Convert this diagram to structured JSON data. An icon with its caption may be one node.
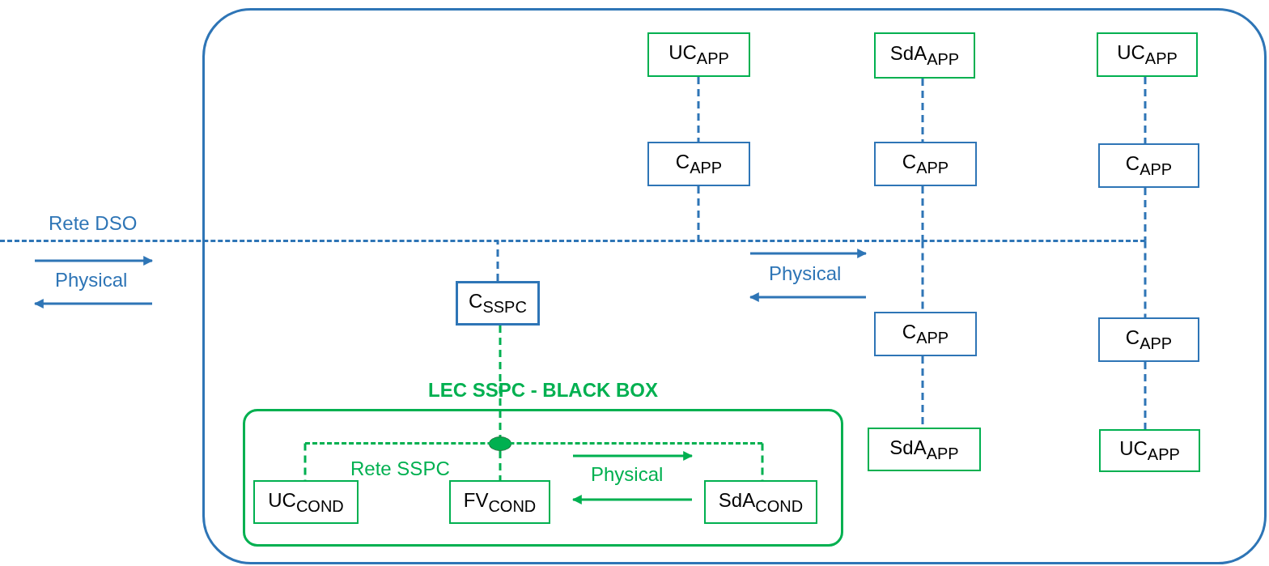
{
  "diagram": {
    "nodes": [
      {
        "text": [],
        "shape": "box"
      },
      {
        "text": [
          "UC$_{APP}$"
        ],
        "in": 0
      },
      {
        "text": [
          "SdA$_{APP}$"
        ],
        "in": 0
      },
      {
        "text": [
          "UC$_{APP}$"
        ],
        "in": 0
      },
      {
        "text": [
          "C$_{APP}$"
        ],
        "in": 0
      },
      {
        "text": [
          "C$_{APP}$"
        ],
        "in": 0
      },
      {
        "text": [
          "C$_{APP}$"
        ],
        "in": 0
      },
      {
        "text": [
          "Rete DSO"
        ]
      },
      {
        "text": [
          "C$_{SSPC}$"
        ],
        "in": 0
      },
      {
        "text": [
          "C$_{APP}$"
        ],
        "in": 0
      },
      {
        "text": [
          "C$_{APP}$"
        ],
        "in": 0
      },
      {
        "text": [
          "SdA$_{APP}$"
        ],
        "in": 0
      },
      {
        "text": [
          "UC$_{APP}$"
        ],
        "in": 0
      },
      {
        "text": [
          "LEC SSPC - BLACK BOX"
        ],
        "in": 0
      },
      {
        "text": [],
        "shape": "circle",
        "in": 13
      },
      {
        "text": [],
        "shape": "bar",
        "in": 13
      },
      {
        "text": [
          "UC$_{COND}$"
        ],
        "in": 13
      },
      {
        "text": [
          "FV$_{COND}$"
        ],
        "in": 13
      },
      {
        "text": [
          "SdA$_{COND}$"
        ],
        "in": 13
      }
    ],
    "edges": [
      {
        "from": 1,
        "to": 4,
        "arrow": "none",
        "style": "dashed"
      },
      {
        "from": 2,
        "to": 5,
        "arrow": "none",
        "style": "dashed"
      },
      {
        "from": 3,
        "to": 6,
        "arrow": "none",
        "style": "dashed"
      },
      {
        "from": 4,
        "to": 7,
        "arrow": "none",
        "style": "dashed"
      },
      {
        "from": 5,
        "to": 7,
        "arrow": "none",
        "style": "dashed"
      },
      {
        "from": 6,
        "to": 7,
        "arrow": "none",
        "style": "dashed"
      },
      {
        "from": 8,
        "to": 7,
        "arrow": "none",
        "style": "dashed"
      },
      {
        "from": 7,
        "to": 9,
        "arrow": "none",
        "style": "dashed"
      },
      {
        "from": 7,
        "to": 10,
        "arrow": "none",
        "style": "dashed"
      },
      {
        "from": 9,
        "to": 11,
        "arrow": "none",
        "style": "dashed"
      },
      {
        "from": 10,
        "to": 12,
        "arrow": "none",
        "style": "dashed"
      },
      {
        "from": 8,
        "to": 14,
        "arrow": "none",
        "style": "dashed",
        "color": "#00b050"
      },
      {
        "from": 14,
        "to": 17,
        "arrow": "none",
        "style": "dashed",
        "color": "#00b050"
      },
      {
        "from": 15,
        "to": 16,
        "arrow": "none",
        "style": "dashed",
        "color": "#00b050"
      },
      {
        "from": 15,
        "to": 18,
        "arrow": "none",
        "style": "dashed",
        "color": "#00b050"
      }
    ],
    "labels": [
      "Physical",
      "Physical",
      "Rete SSPC",
      "Physical"
    ]
  }
}
